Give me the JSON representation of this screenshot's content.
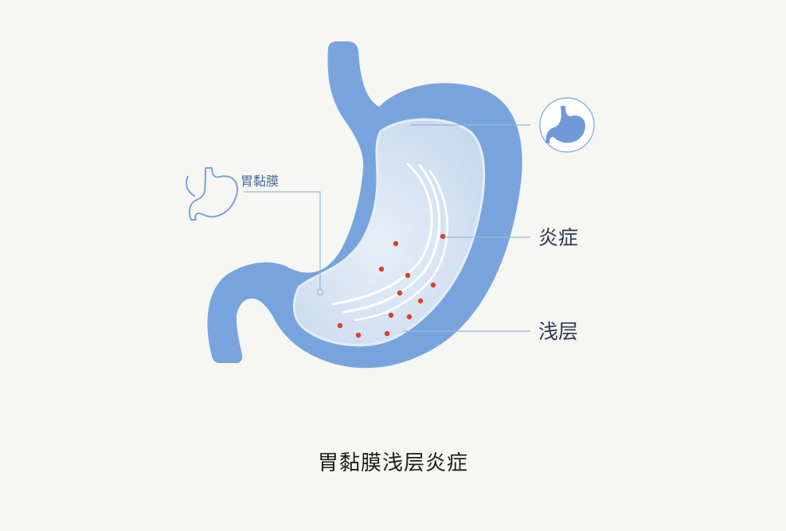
{
  "labels": {
    "mucosa": "胃黏膜",
    "inflammation": "炎症",
    "superficial": "浅层"
  },
  "caption": "胃黏膜浅层炎症",
  "icons": {
    "stomach_outline": "stomach-outline-icon",
    "stomach_circle": "stomach-icon"
  },
  "colors": {
    "background": "#f6f6f2",
    "stomach_wall": "#78a4de",
    "mucosa_inner": "#d3e1f2",
    "inflammation_dots": "#d9402c",
    "leader_lines": "#9ab6dc",
    "label_text": "#2f3a55"
  }
}
